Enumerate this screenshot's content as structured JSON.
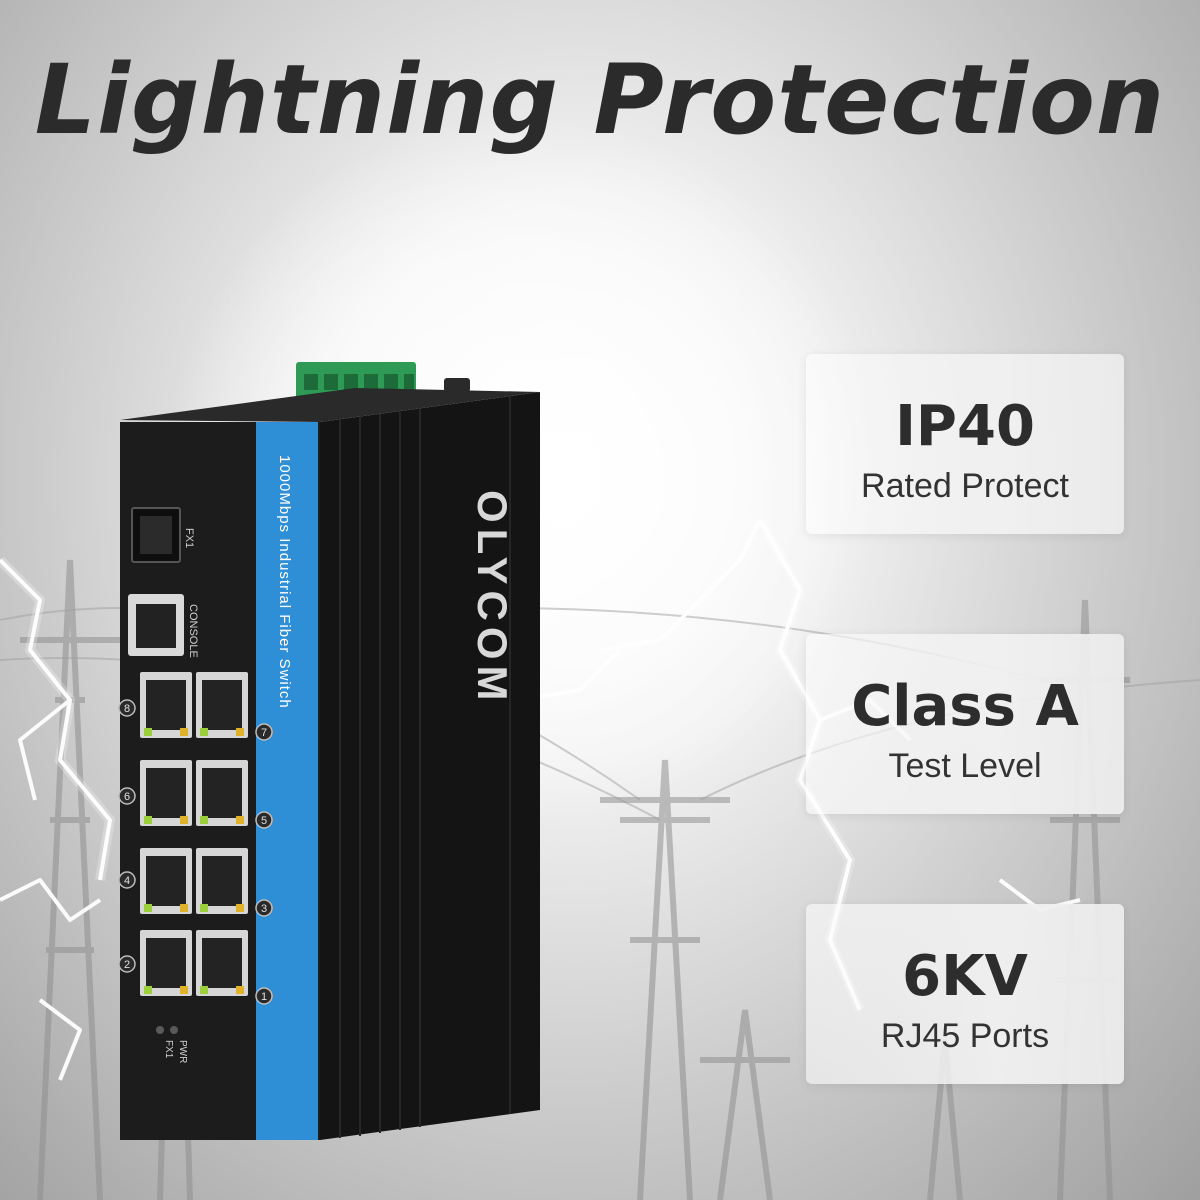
{
  "headline": "Lightning Protection",
  "device": {
    "brand": "OLYCOM",
    "stripe_label": "1000Mbps Industrial Fiber Switch",
    "sfp_label": "FX1",
    "console_label": "CONSOLE",
    "port_numbers_left": [
      "8",
      "6",
      "4",
      "2"
    ],
    "port_numbers_right": [
      "7",
      "5",
      "3",
      "1"
    ],
    "led_labels": [
      "PWR",
      "FX1"
    ],
    "stripe_color": "#2f8fd6",
    "body_color": "#1c1c1c",
    "terminal_color": "#2e9a55"
  },
  "features": [
    {
      "value": "IP40",
      "label": "Rated Protect"
    },
    {
      "value": "Class A",
      "label": "Test Level"
    },
    {
      "value": "6KV",
      "label": "RJ45 Ports"
    }
  ]
}
